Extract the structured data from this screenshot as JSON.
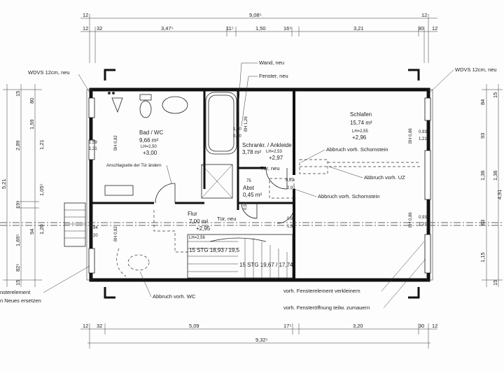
{
  "dimensions": {
    "top_total": "9,08⁵",
    "top_segments": [
      "12",
      "32",
      "3,47⁵",
      "11⁵",
      "1,50",
      "16⁵",
      "3,21",
      "30",
      "12"
    ],
    "top_small_left": "12",
    "top_small_right": "12",
    "bottom_segments": [
      "12",
      "32",
      "5,09",
      "17⁵",
      "3,20",
      "30",
      "12"
    ],
    "bottom_total": "9,32⁵",
    "left_outer": [
      "15",
      "2,89",
      "19⁵",
      "1,69⁵",
      "82⁵",
      "15"
    ],
    "left_total": "5,21",
    "left_inner": [
      "80",
      "1,59",
      "1,21",
      "1,05⁵",
      "94",
      "1,20"
    ],
    "right_inner": [
      "84",
      "93",
      "1,36",
      "63",
      "1,15"
    ],
    "right_outer": [
      "4,91"
    ],
    "right_small": [
      "15",
      "1,36",
      "15"
    ],
    "window_left": [
      "1,59",
      "1,21"
    ],
    "mid": [
      "0,94",
      "1,20",
      "1,00",
      "0,30",
      "0,63",
      "2,91",
      "0,63",
      "1,37",
      "0,93",
      "1,21",
      "0,93",
      "1,21"
    ]
  },
  "rooms": {
    "bad": {
      "name": "Bad / WC",
      "area": "9,66 m²",
      "lh": "LH=2,50",
      "level": "+3,00",
      "bh": "BH 0,82"
    },
    "schrank": {
      "name": "Schrankr. / Ankleide",
      "area": "3,78 m²",
      "lh": "LH=2,53",
      "level": "+2,97",
      "bh": "BH 1,26"
    },
    "schlafen": {
      "name": "Schlafen",
      "area": "15,74 m²",
      "lh": "LH=2,55",
      "level": "+2,96",
      "bh": "BH 0,86"
    },
    "abst": {
      "name": "Abst",
      "area": "0,45 m²",
      "dim": "75",
      "bh": "0,51"
    },
    "flur": {
      "name": "Flur",
      "area": "7,00 m²",
      "level": "+2,95",
      "lh": "LH=2,56",
      "bh": "BH 0,82"
    },
    "stair1": "15 STG 18,93 / 19,5",
    "stair2": "15 STG 19,67 / 17,74",
    "bh_right2": "BH 0,86"
  },
  "notes": {
    "wdvs_left": "WDVS 12cm, neu",
    "wdvs_right": "WDVS 12cm, neu",
    "wand": "Wand, neu",
    "fenster": "Fenster, neu",
    "abbruch_schornstein1": "Abbruch vorh. Schornstein",
    "abbruch_uz": "Abbruch vorh. UZ",
    "tuer_neu1": "Tür, neu",
    "abbruch_schornstein2": "Abbruch vorh. Schornstein",
    "tuer_neu2": "Tür, neu",
    "anschlag": "Anschlagseite der Tür ändern",
    "abbruch_wc": "Abbruch vorh. WC",
    "fensterelement1": "nsterelement",
    "fensterelement2": "n Neues ersetzen",
    "verkleinern": "vorh. Fensterelement verkleinern",
    "zumauern": "vorh. Fensteröffnung teilw. zumauern"
  }
}
